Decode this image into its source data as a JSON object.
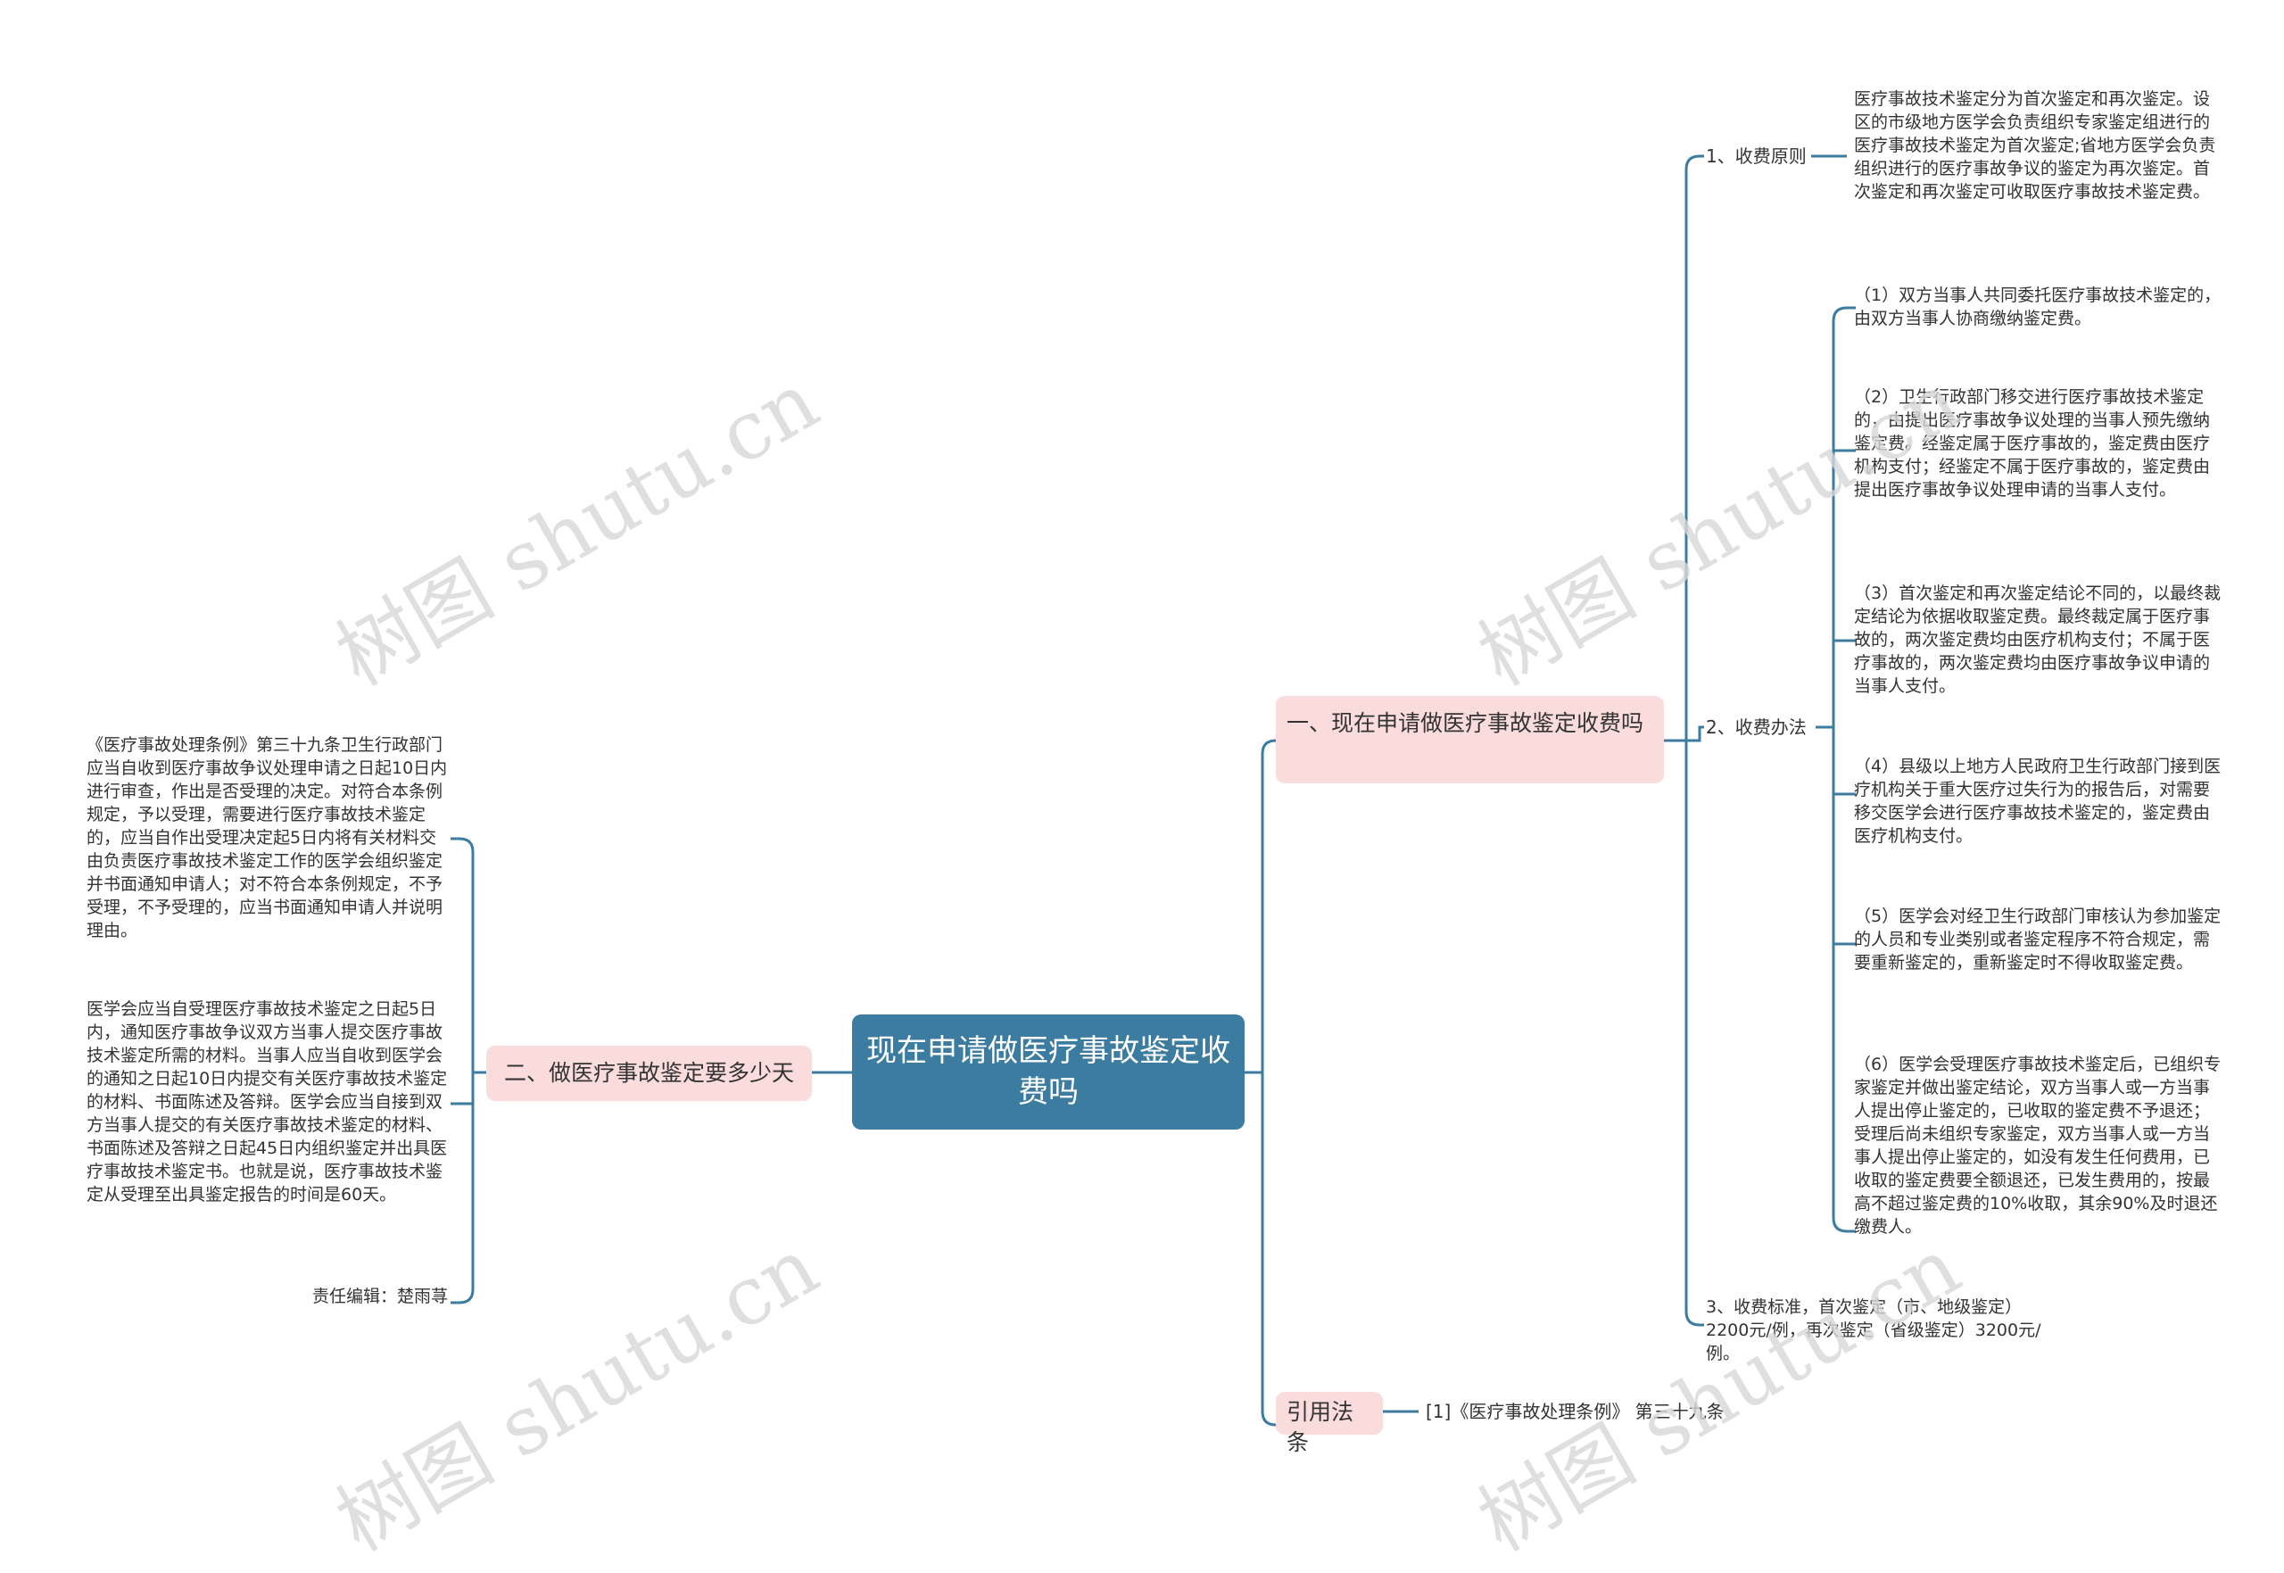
{
  "root": {
    "label": "现在申请做医疗事故鉴定收费吗"
  },
  "branch1": {
    "label": "一、现在申请做医疗事故鉴定收费吗",
    "principle": {
      "label": "1、收费原则",
      "text": "医疗事故技术鉴定分为首次鉴定和再次鉴定。设区的市级地方医学会负责组织专家鉴定组进行的医疗事故技术鉴定为首次鉴定;省地方医学会负责组织进行的医疗事故争议的鉴定为再次鉴定。首次鉴定和再次鉴定可收取医疗事故技术鉴定费。"
    },
    "method": {
      "label": "2、收费办法",
      "items": [
        "（1）双方当事人共同委托医疗事故技术鉴定的，由双方当事人协商缴纳鉴定费。",
        "（2）卫生行政部门移交进行医疗事故技术鉴定的，由提出医疗事故争议处理的当事人预先缴纳鉴定费。经鉴定属于医疗事故的，鉴定费由医疗机构支付；经鉴定不属于医疗事故的，鉴定费由提出医疗事故争议处理申请的当事人支付。",
        "（3）首次鉴定和再次鉴定结论不同的，以最终裁定结论为依据收取鉴定费。最终裁定属于医疗事故的，两次鉴定费均由医疗机构支付；不属于医疗事故的，两次鉴定费均由医疗事故争议申请的当事人支付。",
        "（4）县级以上地方人民政府卫生行政部门接到医疗机构关于重大医疗过失行为的报告后，对需要移交医学会进行医疗事故技术鉴定的，鉴定费由医疗机构支付。",
        "（5）医学会对经卫生行政部门审核认为参加鉴定的人员和专业类别或者鉴定程序不符合规定，需要重新鉴定的，重新鉴定时不得收取鉴定费。",
        "（6）医学会受理医疗事故技术鉴定后，已组织专家鉴定并做出鉴定结论，双方当事人或一方当事人提出停止鉴定的，已收取的鉴定费不予退还；受理后尚未组织专家鉴定，双方当事人或一方当事人提出停止鉴定的，如没有发生任何费用，已收取的鉴定费要全额退还，已发生费用的，按最高不超过鉴定费的10%收取，其余90%及时退还缴费人。"
      ]
    },
    "standard": {
      "text": "3、收费标准，首次鉴定（市、地级鉴定）2200元/例，再次鉴定（省级鉴定）3200元/例。"
    }
  },
  "branch_law": {
    "label": "引用法条",
    "text": "[1]《医疗事故处理条例》 第三十九条"
  },
  "branch2": {
    "label": "二、做医疗事故鉴定要多少天",
    "items": [
      "《医疗事故处理条例》第三十九条卫生行政部门应当自收到医疗事故争议处理申请之日起10日内进行审查，作出是否受理的决定。对符合本条例规定，予以受理，需要进行医疗事故技术鉴定的，应当自作出受理决定起5日内将有关材料交由负责医疗事故技术鉴定工作的医学会组织鉴定并书面通知申请人；对不符合本条例规定，不予受理，不予受理的，应当书面通知申请人并说明理由。",
      "医学会应当自受理医疗事故技术鉴定之日起5日内，通知医疗事故争议双方当事人提交医疗事故技术鉴定所需的材料。当事人应当自收到医学会的通知之日起10日内提交有关医疗事故技术鉴定的材料、书面陈述及答辩。医学会应当自接到双方当事人提交的有关医疗事故技术鉴定的材料、书面陈述及答辩之日起45日内组织鉴定并出具医疗事故技术鉴定书。也就是说，医疗事故技术鉴定从受理至出具鉴定报告的时间是60天。",
      "责任编辑：楚雨荨"
    ]
  },
  "watermark": "树图 shutu.cn",
  "colors": {
    "root_bg": "#3d7ca1",
    "branch_bg": "#fadcdc",
    "line": "#3d7ca1"
  }
}
